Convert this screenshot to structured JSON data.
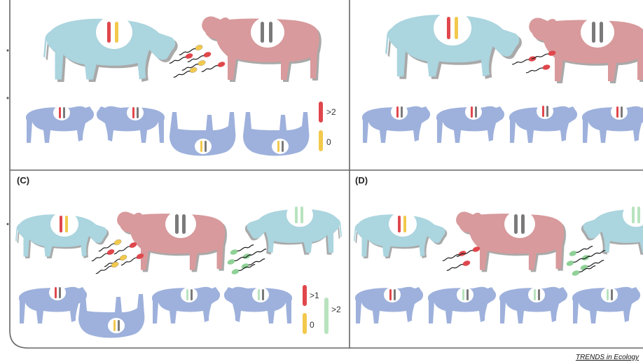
{
  "panels": {
    "c": {
      "label": "(C)"
    },
    "d": {
      "label": "(D)"
    }
  },
  "legend_a": {
    "high": ">2",
    "low": "0"
  },
  "legend_c": {
    "high": ">1",
    "low": "0",
    "green": ">2"
  },
  "credit": "TRENDS in Ecology",
  "colors": {
    "cow_blue": "#abd5df",
    "bull_pink": "#d89a9c",
    "calf_blue": "#9eb1dc",
    "allele_red": "#e0474c",
    "allele_yellow": "#f2c94c",
    "allele_grey": "#7a7a7a",
    "allele_green": "#b8e3be",
    "frame": "#666666"
  }
}
